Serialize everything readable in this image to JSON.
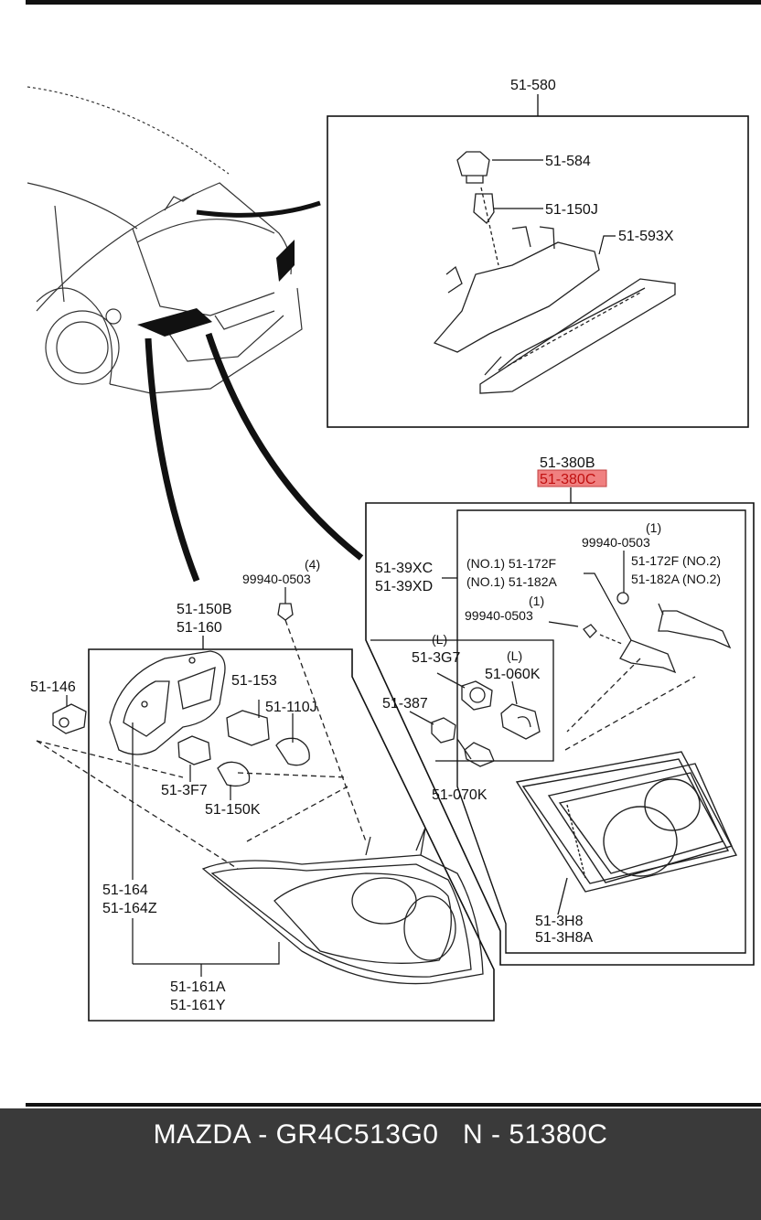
{
  "labels": {
    "p51_580": "51-580",
    "p51_584": "51-584",
    "p51_150J": "51-150J",
    "p51_593X": "51-593X",
    "p51_380B": "51-380B",
    "p51_380C": "51-380C",
    "p51_39XC": "51-39XC",
    "p51_39XD": "51-39XD",
    "qty_1_a": "(1)",
    "p99940_a": "99940-0503",
    "no1_172F": "(NO.1) 51-172F",
    "no1_182A": "(NO.1) 51-182A",
    "no2_172F": "51-172F (NO.2)",
    "no2_182A": "51-182A (NO.2)",
    "qty_1_b": "(1)",
    "p99940_b": "99940-0503",
    "qty_4": "(4)",
    "p99940_c": "99940-0503",
    "p51_150B": "51-150B",
    "p51_160": "51-160",
    "p51_146": "51-146",
    "p51_153": "51-153",
    "p51_110J": "51-110J",
    "l_a": "(L)",
    "p51_3G7": "51-3G7",
    "l_b": "(L)",
    "p51_060K": "51-060K",
    "p51_387": "51-387",
    "p51_3F7": "51-3F7",
    "p51_150K": "51-150K",
    "p51_070K": "51-070K",
    "p51_164": "51-164",
    "p51_164Z": "51-164Z",
    "p51_3H8": "51-3H8",
    "p51_3H8A": "51-3H8A",
    "p51_161A": "51-161A",
    "p51_161Y": "51-161Y"
  },
  "highlight_color": "#f08080",
  "footer": {
    "caption": "MAZDA - GR4C513G0   N - 51380C"
  }
}
